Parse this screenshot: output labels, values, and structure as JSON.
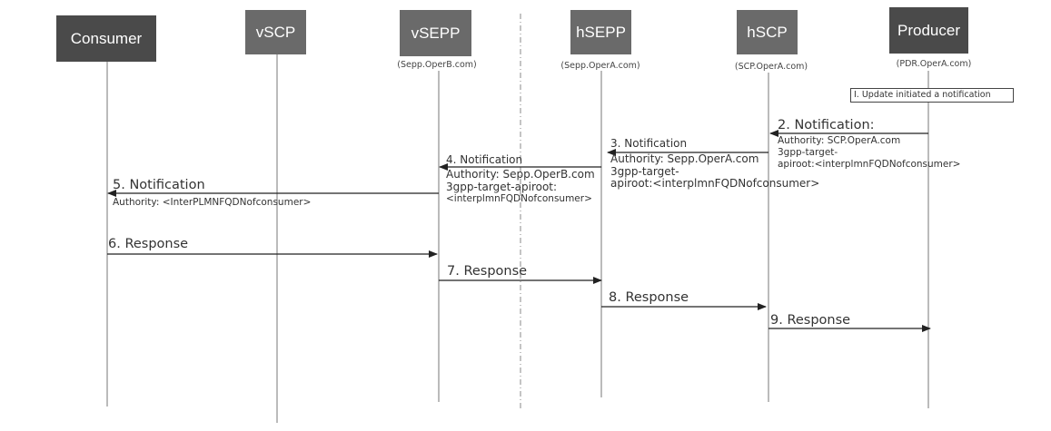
{
  "participants": {
    "consumer": {
      "label": "Consumer",
      "sub": ""
    },
    "vscp": {
      "label": "vSCP",
      "sub": ""
    },
    "vsepp": {
      "label": "vSEPP",
      "sub": "(Sepp.OperB.com)"
    },
    "hsepp": {
      "label": "hSEPP",
      "sub": "(Sepp.OperA.com)"
    },
    "hscp": {
      "label": "hSCP",
      "sub": "(SCP.OperA.com)"
    },
    "producer": {
      "label": "Producer",
      "sub": "(PDR.OperA.com)"
    }
  },
  "note": "I. Update initiated a notification",
  "messages": {
    "m2": {
      "title": "2. Notification:",
      "lines": [
        "Authority: SCP.OperA.com",
        "3gpp-target-",
        "apiroot:<interplmnFQDNofconsumer>"
      ]
    },
    "m3": {
      "title": "3. Notification",
      "lines": [
        "Authority: Sepp.OperA.com",
        "3gpp-target-",
        "apiroot:<interplmnFQDNofconsumer>"
      ]
    },
    "m4": {
      "title": "4. Notification",
      "lines": [
        "Authority: Sepp.OperB.com",
        "3gpp-target-apiroot:",
        "<interplmnFQDNofconsumer>"
      ]
    },
    "m5": {
      "title": "5. Notification",
      "lines": [
        "Authority: <InterPLMNFQDNofconsumer>"
      ]
    },
    "m6": {
      "title": "6. Response"
    },
    "m7": {
      "title": "7. Response"
    },
    "m8": {
      "title": "8. Response"
    },
    "m9": {
      "title": "9. Response"
    }
  },
  "colors": {
    "box_dark": "#4a4a4a",
    "box_mid": "#6a6a6a",
    "line": "#555555",
    "arrow": "#222222"
  }
}
